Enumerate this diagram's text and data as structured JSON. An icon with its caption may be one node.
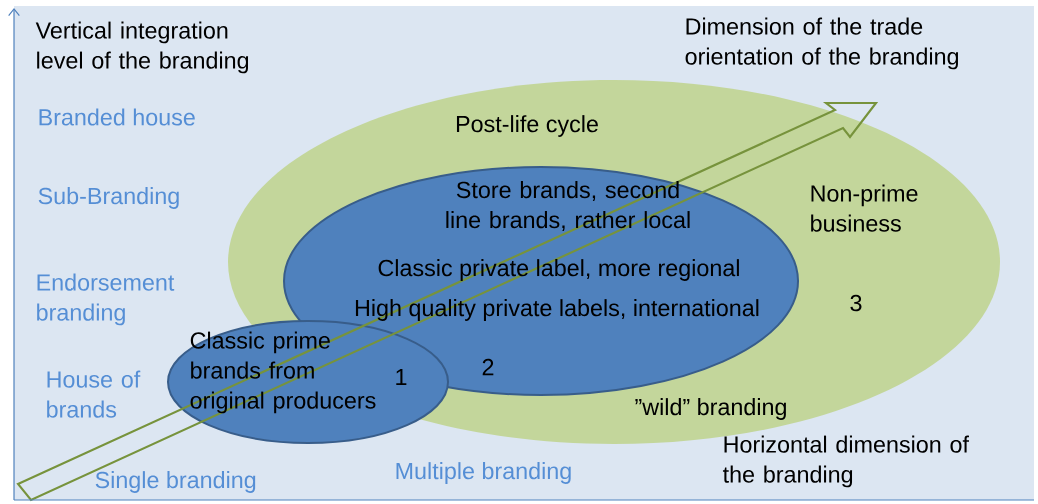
{
  "diagram": {
    "nodes": [
      {
        "text": [
          "Post-life cycle",
          "Non-prime business",
          "3",
          "”wild” branding"
        ]
      },
      {
        "text": [
          "Store brands, second line brands, rather local",
          "Classic private label, more regional",
          "High quality private labels, international",
          "2"
        ],
        "in": 0
      },
      {
        "text": [
          "Classic prime brands from original producers",
          "1"
        ]
      }
    ],
    "labels": [
      "Vertical integration level of the branding",
      "Dimension of the trade orientation of the branding",
      "Branded house",
      "Sub-Branding",
      "Endorsement branding",
      "House of brands",
      "Single branding",
      "Multiple branding",
      "Horizontal dimension of the branding"
    ]
  }
}
